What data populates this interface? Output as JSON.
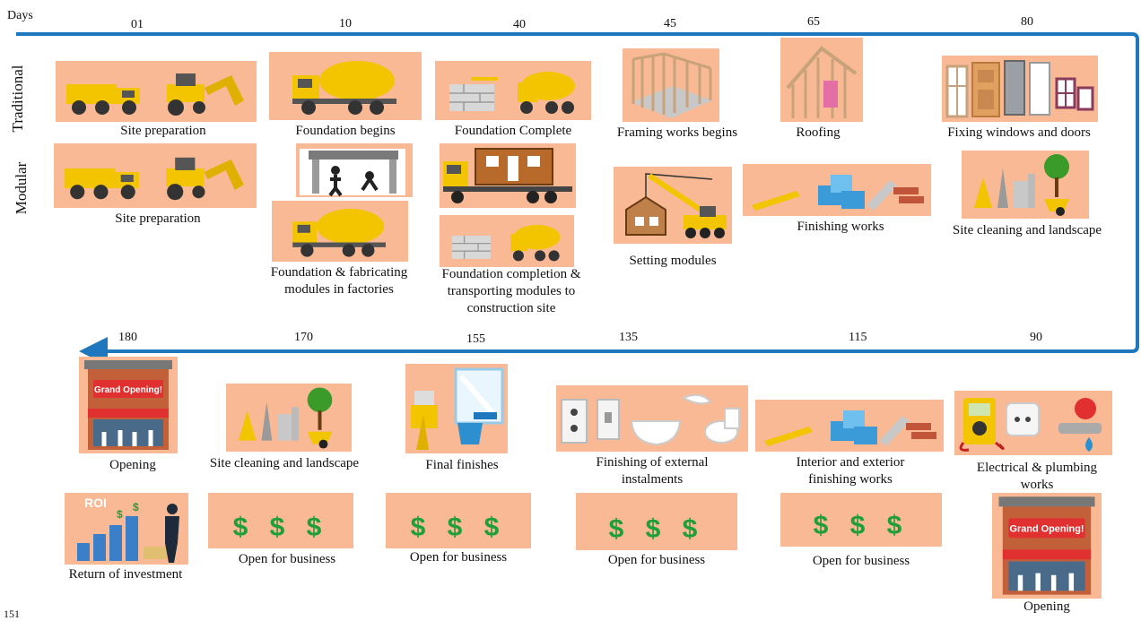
{
  "axis_label": "Days",
  "row_labels": {
    "traditional": "Traditional",
    "modular": "Modular"
  },
  "days_top": [
    "01",
    "10",
    "40",
    "45",
    "65",
    "80"
  ],
  "days_bottom": [
    "180",
    "170",
    "155",
    "135",
    "115",
    "90"
  ],
  "corner_text": "151",
  "colors": {
    "card": "#f8b994",
    "arrow": "#1f78bd",
    "money": "#1f9e3a"
  },
  "traditional": [
    {
      "caption": "Site preparation",
      "icon": "dump-truck-and-backhoe"
    },
    {
      "caption": "Foundation begins",
      "icon": "cement-mixer-truck"
    },
    {
      "caption": "Foundation Complete",
      "icon": "bricks-and-mixer"
    },
    {
      "caption": "Framing works begins",
      "icon": "wall-frame"
    },
    {
      "caption": "Roofing",
      "icon": "roof-frame"
    },
    {
      "caption": "Fixing windows and doors",
      "icon": "windows-and-doors"
    }
  ],
  "modular": [
    {
      "caption": "Site preparation",
      "icon": "dump-truck-and-backhoe"
    },
    {
      "caption": "Foundation & fabricating modules in factories",
      "lines": [
        "Foundation & fabricating",
        "modules in factories"
      ],
      "icon": "factory-workers-and-mixer"
    },
    {
      "caption": "Foundation completion & transporting modules to construction site",
      "lines": [
        "Foundation completion &",
        "transporting modules to",
        "construction site"
      ],
      "icon": "module-truck-and-mixer"
    },
    {
      "caption": "Setting modules",
      "icon": "crane-setting-module"
    },
    {
      "caption": "Finishing works",
      "icon": "finishing-tools"
    },
    {
      "caption": "Site cleaning and landscape",
      "icon": "cleaning-and-tree"
    }
  ],
  "bottom_traditional": [
    {
      "caption": "Opening",
      "icon": "grand-opening-store",
      "sign": "Grand Opening!"
    },
    {
      "caption": "Site cleaning and landscape",
      "icon": "cleaning-and-tree"
    },
    {
      "caption": "Final finishes",
      "icon": "paint-and-window-cleaning"
    },
    {
      "caption": "Finishing of external instalments",
      "lines": [
        "Finishing of external",
        "instalments"
      ],
      "icon": "outlets-and-bathroom"
    },
    {
      "caption": "Interior and exterior finishing works",
      "lines": [
        "Interior and exterior",
        "finishing works"
      ],
      "icon": "finishing-tools"
    },
    {
      "caption": "Electrical & plumbing works",
      "lines": [
        "Electrical & plumbing",
        "works"
      ],
      "icon": "meter-and-valve"
    }
  ],
  "bottom_modular": [
    {
      "caption": "Return of investment",
      "icon": "roi-businessman",
      "sign": "ROI"
    },
    {
      "caption": "Open for business",
      "money": "$ $ $"
    },
    {
      "caption": "Open for business",
      "money": "$ $ $"
    },
    {
      "caption": "Open for business",
      "money": "$ $ $"
    },
    {
      "caption": "Open for business",
      "money": "$ $ $"
    },
    {
      "caption": "Opening",
      "icon": "grand-opening-store",
      "sign": "Grand Opening!"
    }
  ]
}
